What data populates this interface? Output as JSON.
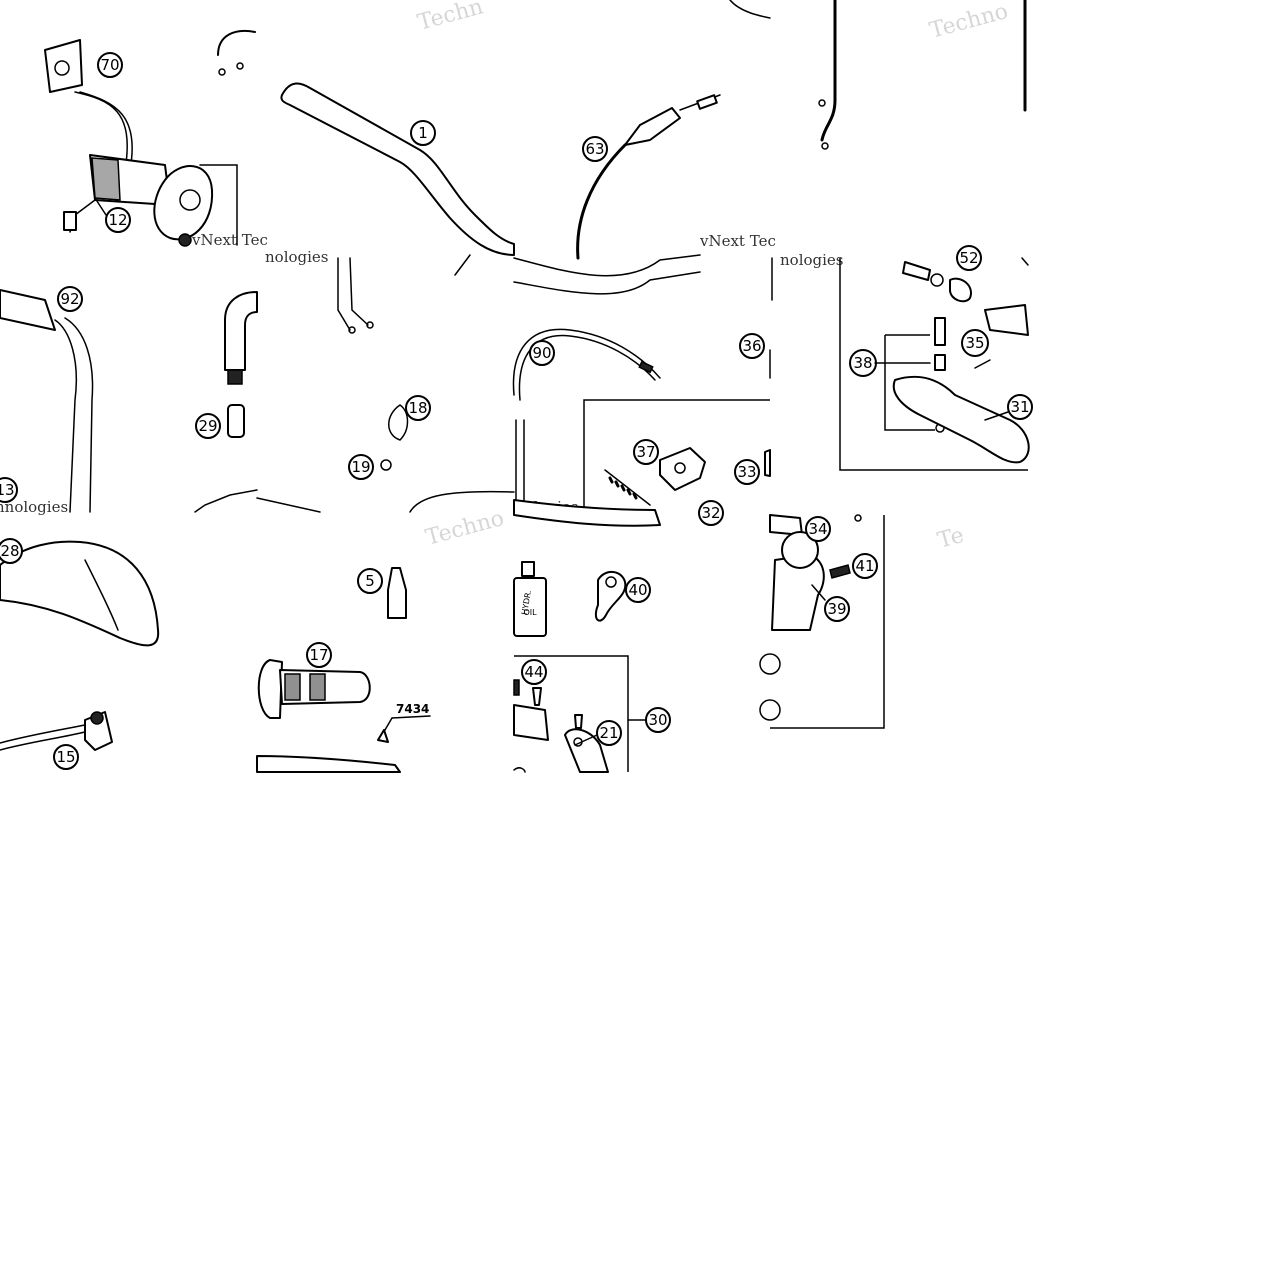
{
  "watermarks": {
    "w1": "Techn",
    "w2": "Techno",
    "w3": "vNext Tec",
    "w4": "vNext Tec",
    "w5": "nologies",
    "w6": "nologies",
    "w7": "Techno",
    "w8": "Te",
    "w9": "hnologies",
    "w10": "nologies"
  },
  "callouts": [
    {
      "id": "c70",
      "label": "70"
    },
    {
      "id": "c1",
      "label": "1"
    },
    {
      "id": "c63",
      "label": "63"
    },
    {
      "id": "c12",
      "label": "12"
    },
    {
      "id": "c92",
      "label": "92"
    },
    {
      "id": "c29",
      "label": "29"
    },
    {
      "id": "c18",
      "label": "18"
    },
    {
      "id": "c19",
      "label": "19"
    },
    {
      "id": "c13",
      "label": "13"
    },
    {
      "id": "c90",
      "label": "90"
    },
    {
      "id": "c36",
      "label": "36"
    },
    {
      "id": "c37",
      "label": "37"
    },
    {
      "id": "c33",
      "label": "33"
    },
    {
      "id": "c32",
      "label": "32"
    },
    {
      "id": "c38",
      "label": "38"
    },
    {
      "id": "c35",
      "label": "35"
    },
    {
      "id": "c31",
      "label": "31"
    },
    {
      "id": "c52",
      "label": "52"
    },
    {
      "id": "c28",
      "label": "28"
    },
    {
      "id": "c15",
      "label": "15"
    },
    {
      "id": "c5",
      "label": "5"
    },
    {
      "id": "c17",
      "label": "17"
    },
    {
      "id": "c40",
      "label": "40"
    },
    {
      "id": "c44",
      "label": "44"
    },
    {
      "id": "c30",
      "label": "30"
    },
    {
      "id": "c21",
      "label": "21"
    },
    {
      "id": "c34",
      "label": "34"
    },
    {
      "id": "c41",
      "label": "41"
    },
    {
      "id": "c39",
      "label": "39"
    }
  ],
  "part_code": "7434",
  "oil_bottle_text": {
    "line1": "HYDR.",
    "line2": "OIL"
  },
  "colors": {
    "line": "#000000",
    "background": "#ffffff",
    "watermark": "#d6d6d6"
  }
}
